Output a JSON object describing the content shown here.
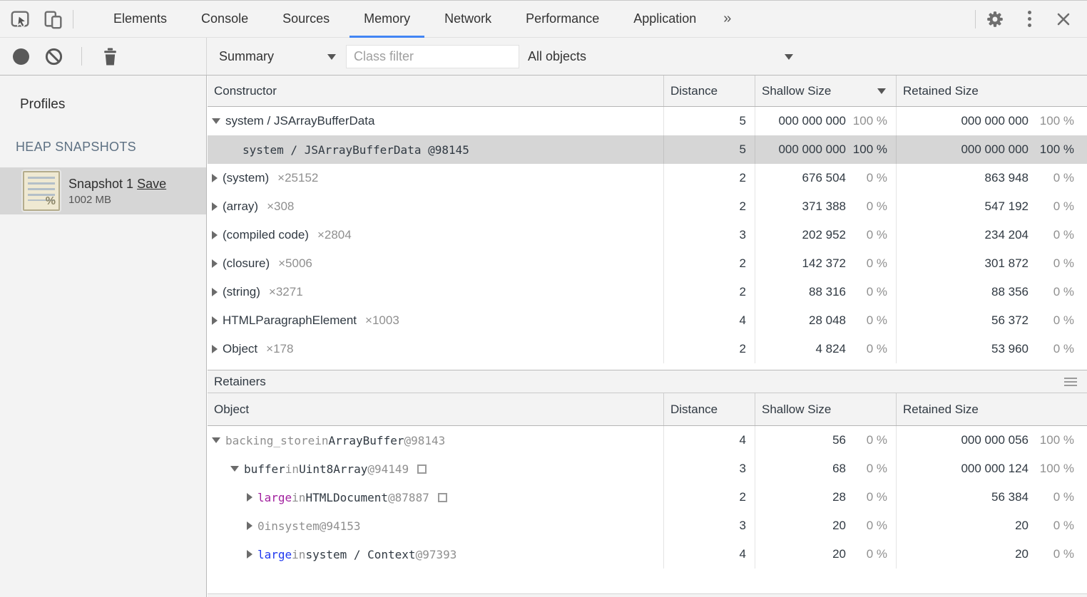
{
  "tabbar": {
    "tabs": [
      "Elements",
      "Console",
      "Sources",
      "Memory",
      "Network",
      "Performance",
      "Application"
    ],
    "active_tab": "Memory",
    "more_label": "»"
  },
  "toolbar": {
    "profile_type_label": "Summary",
    "class_filter_placeholder": "Class filter",
    "objects_filter_label": "All objects"
  },
  "sidebar": {
    "profiles_label": "Profiles",
    "heap_section_label": "HEAP SNAPSHOTS",
    "snapshot": {
      "title": "Snapshot 1",
      "save_label": "Save",
      "size": "1002 MB",
      "icon_percent": "%"
    }
  },
  "constructor_grid": {
    "headers": {
      "constructor": "Constructor",
      "distance": "Distance",
      "shallow": "Shallow Size",
      "retained": "Retained Size"
    },
    "rows": [
      {
        "name": "system / JSArrayBufferData",
        "count": "",
        "distance": "5",
        "shallow": "000 000 000",
        "shallow_pct": "100 %",
        "retained": "000 000 000",
        "retained_pct": "100 %"
      },
      {
        "name": "system / JSArrayBufferData @98145",
        "count": "",
        "distance": "5",
        "shallow": "000 000 000",
        "shallow_pct": "100 %",
        "retained": "000 000 000",
        "retained_pct": "100 %"
      },
      {
        "name": "(system)",
        "count": "×25152",
        "distance": "2",
        "shallow": "676 504",
        "shallow_pct": "0 %",
        "retained": "863 948",
        "retained_pct": "0 %"
      },
      {
        "name": "(array)",
        "count": "×308",
        "distance": "2",
        "shallow": "371 388",
        "shallow_pct": "0 %",
        "retained": "547 192",
        "retained_pct": "0 %"
      },
      {
        "name": "(compiled code)",
        "count": "×2804",
        "distance": "3",
        "shallow": "202 952",
        "shallow_pct": "0 %",
        "retained": "234 204",
        "retained_pct": "0 %"
      },
      {
        "name": "(closure)",
        "count": "×5006",
        "distance": "2",
        "shallow": "142 372",
        "shallow_pct": "0 %",
        "retained": "301 872",
        "retained_pct": "0 %"
      },
      {
        "name": "(string)",
        "count": "×3271",
        "distance": "2",
        "shallow": "88 316",
        "shallow_pct": "0 %",
        "retained": "88 356",
        "retained_pct": "0 %"
      },
      {
        "name": "HTMLParagraphElement",
        "count": "×1003",
        "distance": "4",
        "shallow": "28 048",
        "shallow_pct": "0 %",
        "retained": "56 372",
        "retained_pct": "0 %"
      },
      {
        "name": "Object",
        "count": "×178",
        "distance": "2",
        "shallow": "4 824",
        "shallow_pct": "0 %",
        "retained": "53 960",
        "retained_pct": "0 %"
      }
    ]
  },
  "retainers": {
    "title": "Retainers",
    "headers": {
      "object": "Object",
      "distance": "Distance",
      "shallow": "Shallow Size",
      "retained": "Retained Size"
    },
    "rows": [
      {
        "prop": "backing_store",
        "link_word": "in",
        "obj": "ArrayBuffer",
        "at": "@98143",
        "distance": "4",
        "shallow": "56",
        "shallow_pct": "0 %",
        "retained": "000 000 056",
        "retained_pct": "100 %"
      },
      {
        "prop": "buffer",
        "link_word": "in",
        "obj": "Uint8Array",
        "at": "@94149",
        "distance": "3",
        "shallow": "68",
        "shallow_pct": "0 %",
        "retained": "000 000 124",
        "retained_pct": "100 %"
      },
      {
        "prop": "large",
        "link_word": "in",
        "obj": "HTMLDocument",
        "at": "@87887",
        "distance": "2",
        "shallow": "28",
        "shallow_pct": "0 %",
        "retained": "56 384",
        "retained_pct": "0 %"
      },
      {
        "prop": "0",
        "link_word": "in",
        "obj": "system",
        "at": "@94153",
        "distance": "3",
        "shallow": "20",
        "shallow_pct": "0 %",
        "retained": "20",
        "retained_pct": "0 %"
      },
      {
        "prop": "large",
        "link_word": "in",
        "obj": "system / Context",
        "at": "@97393",
        "distance": "4",
        "shallow": "20",
        "shallow_pct": "0 %",
        "retained": "20",
        "retained_pct": "0 %"
      }
    ]
  },
  "colors": {
    "accent_blue": "#4285f4",
    "selection_gray": "#d6d6d6",
    "property_purple": "#a2219f",
    "property_blue": "#2038ef",
    "muted_gray": "#8f8f8f",
    "toolbar_bg": "#f3f3f3"
  }
}
